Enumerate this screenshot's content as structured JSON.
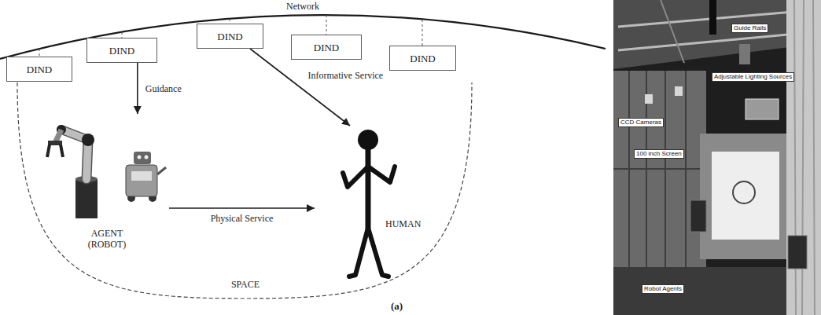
{
  "diagram": {
    "nodes": [
      {
        "text": [
          "DIND"
        ]
      },
      {
        "text": [
          "DIND"
        ]
      },
      {
        "text": [
          "DIND"
        ]
      },
      {
        "text": [
          "DIND"
        ]
      },
      {
        "text": [
          "DIND"
        ]
      },
      {
        "text": [
          "SPACE"
        ]
      },
      {
        "text": [
          "AGENT (ROBOT)"
        ],
        "in": 5
      },
      {
        "text": [
          "HUMAN"
        ],
        "in": 5
      }
    ],
    "edges": [
      {
        "from": 1,
        "to": 6,
        "label": "Guidance",
        "arrow": "to"
      },
      {
        "from": 2,
        "to": 7,
        "label": "Informative Service",
        "arrow": "to"
      },
      {
        "from": 6,
        "to": 7,
        "label": "Physical Service",
        "arrow": "to"
      }
    ],
    "labels": [
      "Network",
      "(a)",
      "Guide Rails",
      "Adjustable Lighting Sources",
      "CCD Cameras",
      "100 inch Screen",
      "Robot Agents"
    ]
  }
}
